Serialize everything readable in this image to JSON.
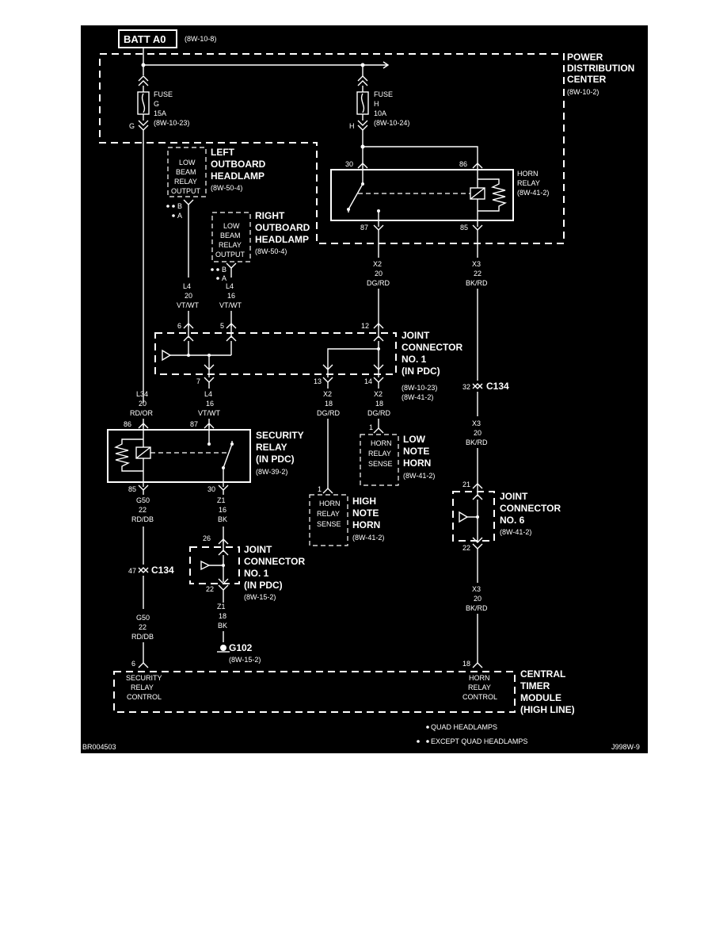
{
  "colors": {
    "background": "#000000",
    "lines": "#ffffff",
    "page": "#ffffff"
  },
  "batt": {
    "label": "BATT A0",
    "ref": "(8W-10-8)"
  },
  "pdc": {
    "l1": "POWER",
    "l2": "DISTRIBUTION",
    "l3": "CENTER",
    "ref": "(8W-10-2)"
  },
  "fuse_g": {
    "l1": "FUSE",
    "l2": "G",
    "l3": "15A",
    "ref": "(8W-10-23)",
    "pin": "G"
  },
  "fuse_h": {
    "l1": "FUSE",
    "l2": "H",
    "l3": "10A",
    "ref": "(8W-10-24)",
    "pin": "H"
  },
  "left_hl": {
    "name1": "LEFT",
    "name2": "OUTBOARD",
    "name3": "HEADLAMP",
    "ref": "(8W-50-4)",
    "box1": "LOW",
    "box2": "BEAM",
    "box3": "RELAY",
    "box4": "OUTPUT",
    "pb": "B",
    "pa": "A"
  },
  "right_hl": {
    "name1": "RIGHT",
    "name2": "OUTBOARD",
    "name3": "HEADLAMP",
    "ref": "(8W-50-4)",
    "box1": "LOW",
    "box2": "BEAM",
    "box3": "RELAY",
    "box4": "OUTPUT",
    "pb": "B",
    "pa": "A"
  },
  "horn_relay": {
    "l1": "HORN",
    "l2": "RELAY",
    "ref": "(8W-41-2)",
    "p30": "30",
    "p86": "86",
    "p87": "87",
    "p85": "85"
  },
  "w_x2_a": {
    "c": "X2",
    "g": "20",
    "col": "DG/RD"
  },
  "w_x3_a": {
    "c": "X3",
    "g": "22",
    "col": "BK/RD"
  },
  "w_l4_left": {
    "c": "L4",
    "g": "20",
    "col": "VT/WT"
  },
  "w_l4_right": {
    "c": "L4",
    "g": "16",
    "col": "VT/WT"
  },
  "jc1": {
    "l1": "JOINT",
    "l2": "CONNECTOR",
    "l3": "NO. 1",
    "l4": "(IN PDC)",
    "ref1": "(8W-10-23)",
    "ref2": "(8W-41-2)",
    "p6": "6",
    "p5": "5",
    "p12": "12",
    "p7": "7",
    "p13": "13",
    "p14": "14"
  },
  "c134_top": {
    "pin": "32",
    "name": "C134"
  },
  "w_l34": {
    "c": "L34",
    "g": "20",
    "col": "RD/OR"
  },
  "w_l4_mid": {
    "c": "L4",
    "g": "16",
    "col": "VT/WT"
  },
  "w_x2_b": {
    "c": "X2",
    "g": "18",
    "col": "DG/RD"
  },
  "w_x2_c": {
    "c": "X2",
    "g": "18",
    "col": "DG/RD"
  },
  "w_x3_b": {
    "c": "X3",
    "g": "20",
    "col": "BK/RD"
  },
  "sec_relay": {
    "l1": "SECURITY",
    "l2": "RELAY",
    "l3": "(IN PDC)",
    "ref": "(8W-39-2)",
    "p86": "86",
    "p87": "87",
    "p85": "85",
    "p30": "30"
  },
  "low_horn": {
    "b1": "HORN",
    "b2": "RELAY",
    "b3": "SENSE",
    "n1": "LOW",
    "n2": "NOTE",
    "n3": "HORN",
    "ref": "(8W-41-2)",
    "pin": "1"
  },
  "high_horn": {
    "b1": "HORN",
    "b2": "RELAY",
    "b3": "SENSE",
    "n1": "HIGH",
    "n2": "NOTE",
    "n3": "HORN",
    "ref": "(8W-41-2)",
    "pin": "1"
  },
  "jc6": {
    "l1": "JOINT",
    "l2": "CONNECTOR",
    "l3": "NO. 6",
    "ref": "(8W-41-2)",
    "p21": "21",
    "p22": "22"
  },
  "w_g50_a": {
    "c": "G50",
    "g": "22",
    "col": "RD/DB"
  },
  "w_z1_a": {
    "c": "Z1",
    "g": "16",
    "col": "BK"
  },
  "c134_bot": {
    "pin": "47",
    "name": "C134"
  },
  "jc1b": {
    "l1": "JOINT",
    "l2": "CONNECTOR",
    "l3": "NO. 1",
    "l4": "(IN PDC)",
    "ref": "(8W-15-2)",
    "p26": "26",
    "p22": "22"
  },
  "w_z1_b": {
    "c": "Z1",
    "g": "18",
    "col": "BK"
  },
  "g102": {
    "name": "G102",
    "ref": "(8W-15-2)"
  },
  "w_g50_b": {
    "c": "G50",
    "g": "22",
    "col": "RD/DB"
  },
  "w_x3_c": {
    "c": "X3",
    "g": "20",
    "col": "BK/RD"
  },
  "ctm": {
    "l1": "CENTRAL",
    "l2": "TIMER",
    "l3": "MODULE",
    "l4": "(HIGH LINE)",
    "sec1": "SECURITY",
    "sec2": "RELAY",
    "sec3": "CONTROL",
    "secpin": "6",
    "horn1": "HORN",
    "horn2": "RELAY",
    "horn3": "CONTROL",
    "hornpin": "18"
  },
  "legend": {
    "quad": "QUAD HEADLAMPS",
    "except": "EXCEPT QUAD HEADLAMPS"
  },
  "footer": {
    "left": "BR004503",
    "right": "J998W-9"
  }
}
